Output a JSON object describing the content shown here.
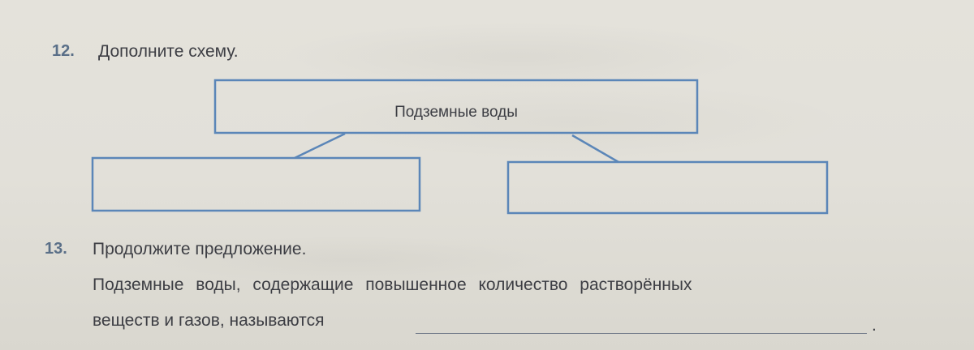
{
  "task12": {
    "number": "12.",
    "prompt": "Дополните схему.",
    "diagram": {
      "root_label": "Подземные воды",
      "children": [
        "",
        ""
      ]
    }
  },
  "task13": {
    "number": "13.",
    "prompt": "Продолжите предложение.",
    "sentence_line1": "Подземные воды, содержащие повышенное количество растворённых",
    "sentence_line2": "веществ и газов, называются",
    "answer": "",
    "terminal": "."
  },
  "colors": {
    "box_stroke": "#5b86b8",
    "number_color": "#5a6f88",
    "text_color": "#3d3e44"
  }
}
